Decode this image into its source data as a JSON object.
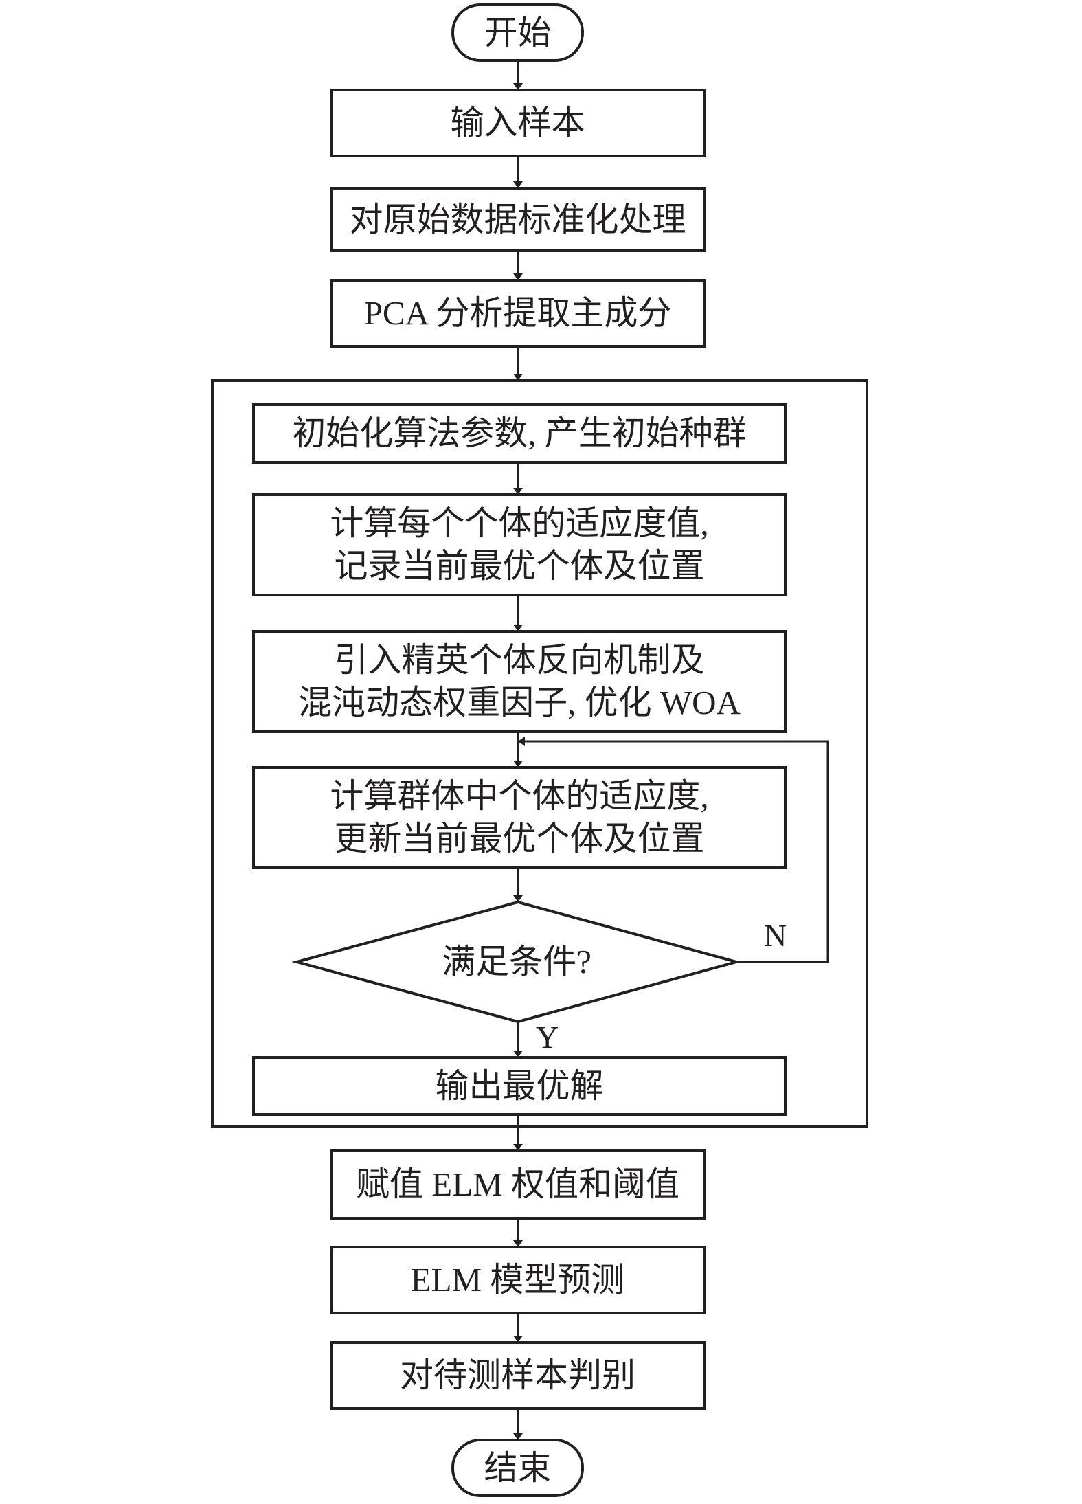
{
  "diagram": {
    "title": "PCA-IWOA-ELM flowchart",
    "stroke_color": "#231f20",
    "nodes": {
      "start": "开始",
      "input_samples": "输入样本",
      "standardize": "对原始数据标准化处理",
      "pca": "PCA 分析提取主成分",
      "init_params": "初始化算法参数, 产生初始种群",
      "calc_fitness": "计算每个个体的适应度值,\n记录当前最优个体及位置",
      "elite_opposition": "引入精英个体反向机制及\n混沌动态权重因子, 优化 WOA",
      "update_fitness": "计算群体中个体的适应度,\n更新当前最优个体及位置",
      "condition": "满足条件?",
      "output_best": "输出最优解",
      "assign_elm": "赋值 ELM 权值和阈值",
      "elm_predict": "ELM 模型预测",
      "classify": "对待测样本判别",
      "end": "结束"
    },
    "edge_labels": {
      "no": "N",
      "yes": "Y"
    }
  }
}
